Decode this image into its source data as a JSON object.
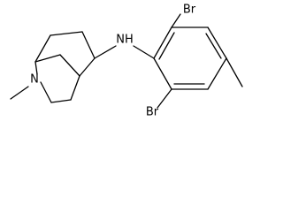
{
  "structure": {
    "atoms": {
      "nh": "NH",
      "n_ring": "N",
      "br_top": "Br",
      "br_bottom": "Br"
    },
    "colors": {
      "bond": "#000000",
      "label": "#000000",
      "background": "#ffffff"
    }
  }
}
